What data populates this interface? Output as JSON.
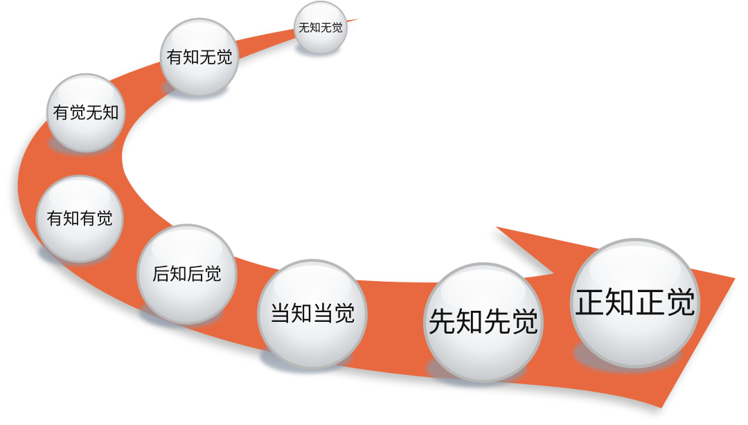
{
  "colors": {
    "arrow": "#e8693f",
    "arrow_shadow": "#8f8f8f",
    "bubble_shadow": "#8c98a8",
    "bubble_rim": "#b8b8b8",
    "bubble_light": "#ffffff",
    "bubble_mid": "#eef0f2",
    "bubble_dark": "#c5c8cc",
    "label": "#111111"
  },
  "stages": [
    {
      "label": "无知无觉"
    },
    {
      "label": "有知无觉"
    },
    {
      "label": "有觉无知"
    },
    {
      "label": "有知有觉"
    },
    {
      "label": "后知后觉"
    },
    {
      "label": "当知当觉"
    },
    {
      "label": "先知先觉"
    },
    {
      "label": "正知正觉"
    }
  ]
}
